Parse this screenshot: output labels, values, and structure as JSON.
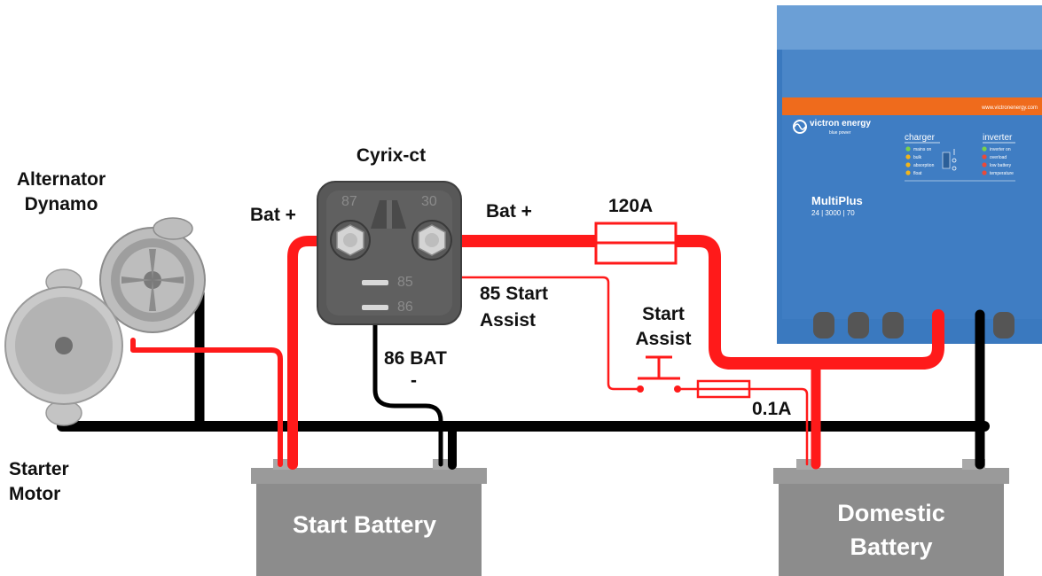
{
  "labels": {
    "alternator_line1": "Alternator",
    "alternator_line2": "Dynamo",
    "starter_line1": "Starter",
    "starter_line2": "Motor",
    "cyrix_title": "Cyrix-ct",
    "bat_plus_left": "Bat +",
    "bat_plus_right": "Bat +",
    "fuse_main": "120A",
    "start_assist_85_line1": "85 Start",
    "start_assist_85_line2": "Assist",
    "bat86_line1": "86 BAT",
    "bat86_line2": "-",
    "switch_line1": "Start",
    "switch_line2": "Assist",
    "fuse_small": "0.1A"
  },
  "relay": {
    "term_87": "87",
    "term_30": "30",
    "term_85": "85",
    "term_86": "86"
  },
  "batteries": {
    "start": "Start Battery",
    "domestic_line1": "Domestic",
    "domestic_line2": "Battery"
  },
  "inverter": {
    "brand": "victron energy",
    "brand_sub": "blue power",
    "website": "www.victronenergy.com",
    "model": "MultiPlus",
    "spec": "24 | 3000 | 70",
    "charger_title": "charger",
    "inverter_title": "inverter",
    "charger_leds": [
      "mains on",
      "bulk",
      "absorption",
      "float"
    ],
    "inverter_leds": [
      "inverter on",
      "overload",
      "low battery",
      "temperature"
    ]
  },
  "colors": {
    "positive_wire": "#ff1a1a",
    "negative_wire": "#000000",
    "battery": "#8c8c8c",
    "inverter_body": "#3d7ec4",
    "inverter_stripe": "#ef6b1c",
    "relay_body": "#555555"
  }
}
